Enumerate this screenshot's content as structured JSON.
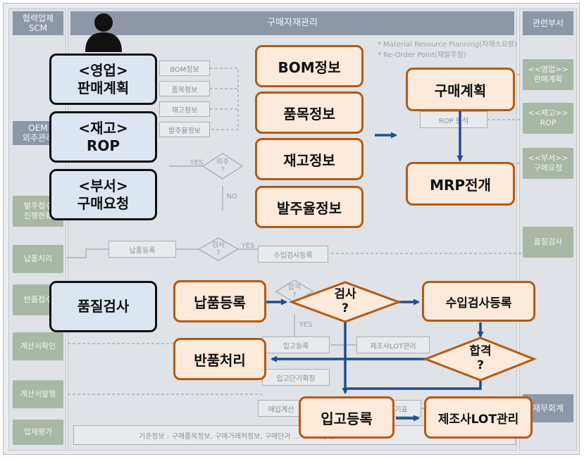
{
  "background": {
    "left_header": "협력업체\nSCM",
    "center_header": "구매자재관리",
    "right_header": "관련부서",
    "oem_label": "OEM\n외주관리",
    "notes": [
      "* Material Resource Planning(자재소요량)",
      "* Re-Order Point(재발주점)"
    ],
    "left_items": [
      "발주접수\n진행현황",
      "납품처리",
      "반품접수",
      "계산서확인",
      "계산서발행",
      "업체평가"
    ],
    "right_items": [
      "<<영업>>\n판매계획",
      "<<재고>>\nROP",
      "<<부서>>\n구매요청",
      "품질검사",
      "재무회계"
    ],
    "center_items": [
      "BOM정보",
      "품목정보",
      "재고정보",
      "발주율정보",
      "ROP 분석",
      "납품등록",
      "수입검사등록",
      "입고등록",
      "제조사LOT관리",
      "입고단가확정",
      "매입계산",
      "증기표"
    ],
    "diamond_labels": [
      "외주\n?",
      "검사\n?",
      "합격\n?"
    ],
    "yes": "YES",
    "no": "NO",
    "footer": "기준정보 : 구매품목정보, 구매거래처정보, 구매단가 … 구매기준정보"
  },
  "inputs": [
    {
      "tag": "<영업>",
      "name": "판매계획"
    },
    {
      "tag": "<재고>",
      "name": "ROP"
    },
    {
      "tag": "<부서>",
      "name": "구매요청"
    },
    {
      "tag": "",
      "name": "품질검사"
    }
  ],
  "info_boxes": [
    "BOM정보",
    "품목정보",
    "재고정보",
    "발주율정보"
  ],
  "process": {
    "purchase_plan": "구매계획",
    "mrp": "MRP전개",
    "delivery_reg": "납품등록",
    "inspect_q": "검사\n?",
    "incoming_reg": "수입검사등록",
    "pass_q": "합격\n?",
    "return_proc": "반품처리",
    "receiving_reg": "입고등록",
    "lot_mgmt": "제조사LOT관리"
  },
  "colors": {
    "blue_fill": "#dce6f1",
    "orange_fill": "#fdeada",
    "orange_border": "#b45a14",
    "arrow": "#1f4e8c"
  }
}
